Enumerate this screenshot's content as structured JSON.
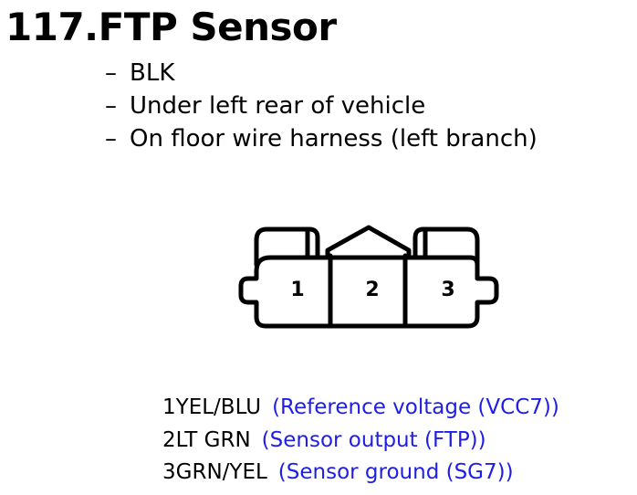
{
  "title": "117.FTP Sensor",
  "details": [
    "BLK",
    "Under left rear of vehicle",
    "On floor wire harness (left branch)"
  ],
  "bullet_glyph": "–",
  "connector": {
    "pins": [
      "1",
      "2",
      "3"
    ]
  },
  "pinout": [
    {
      "pin": "1",
      "wire": "YEL/BLU",
      "function": "(Reference voltage (VCC7))"
    },
    {
      "pin": "2",
      "wire": "LT GRN",
      "function": "(Sensor output (FTP))"
    },
    {
      "pin": "3",
      "wire": "GRN/YEL",
      "function": "(Sensor ground (SG7))"
    }
  ],
  "colors": {
    "text": "#000000",
    "function_text": "#1e1ee6",
    "background": "#ffffff"
  }
}
